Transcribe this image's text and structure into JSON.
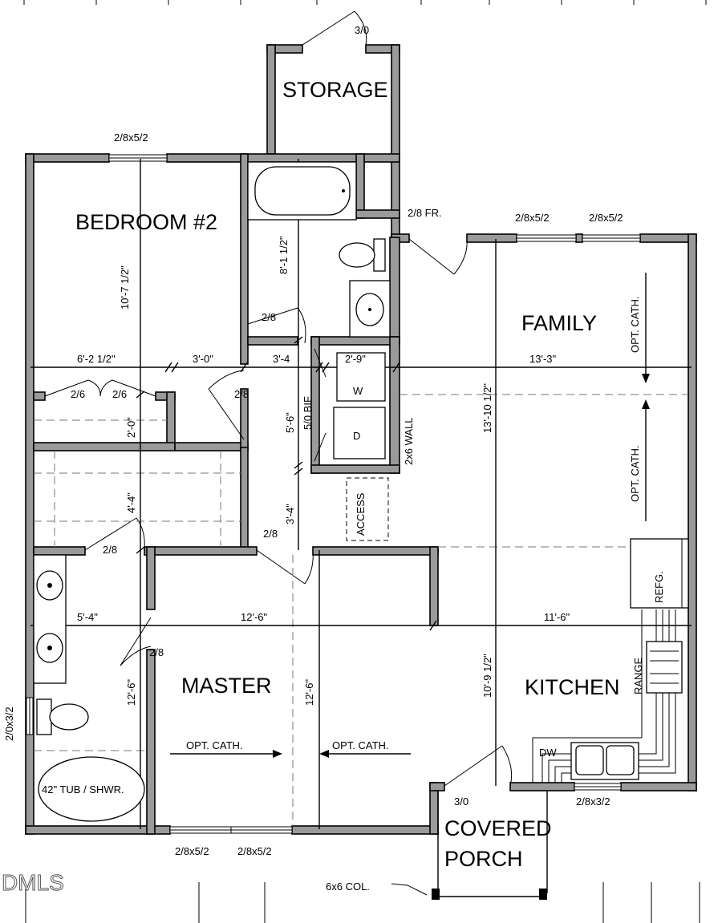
{
  "rooms": {
    "storage": "STORAGE",
    "bedroom2": "BEDROOM #2",
    "family": "FAMILY",
    "master": "MASTER",
    "kitchen": "KITCHEN",
    "porch_line1": "COVERED",
    "porch_line2": "PORCH"
  },
  "labels": {
    "door_storage": "3/0",
    "window_bed2": "2/8x5/2",
    "door_fr": "2/8 FR.",
    "window_family_1": "2/8x5/2",
    "window_family_2": "2/8x5/2",
    "opt_cath_family_1": "OPT. CATH.",
    "opt_cath_family_2": "OPT. CATH.",
    "door_bath": "2/8",
    "door_closet_1": "2/6",
    "door_closet_2": "2/6",
    "door_hall": "2/8",
    "bifold": "5/0 BIF",
    "washer": "W",
    "dryer": "D",
    "wall_note": "2x6 WALL",
    "access": "ACCESS",
    "door_hall_2": "2/8",
    "door_master_bath": "2/8",
    "door_master_bath_2": "2/8",
    "refrigerator": "REFG.",
    "range": "RANGE",
    "dishwasher": "DW",
    "opt_cath_master_1": "OPT. CATH.",
    "opt_cath_master_2": "OPT. CATH.",
    "window_bath": "2/0x3/2",
    "tub": "42\" TUB / SHWR.",
    "door_front": "3/0",
    "window_kitchen": "2/8x3/2",
    "window_master_1": "2/8x5/2",
    "window_master_2": "2/8x5/2",
    "column": "6x6 COL.",
    "watermark": "DMLS"
  },
  "dimensions": {
    "bed2_height": "10'-7 1/2\"",
    "bath_height": "8'-1 1/2\"",
    "row1_a": "6'-2 1/2\"",
    "row1_b": "3'-0\"",
    "row1_c": "3'-4",
    "row1_d": "2'-9\"",
    "row1_e": "13'-3\"",
    "closet_height": "2'-0\"",
    "laundry_height": "5'-6\"",
    "family_height": "13'-10 1/2\"",
    "closet2_height": "4'-4\"",
    "hall_height": "3'-4\"",
    "row2_a": "5'-4\"",
    "row2_b": "12'-6\"",
    "row2_c": "11'-6\"",
    "mbath_height": "12'-6\"",
    "master_height": "12'-6\"",
    "kitchen_height": "10'-9 1/2\""
  }
}
